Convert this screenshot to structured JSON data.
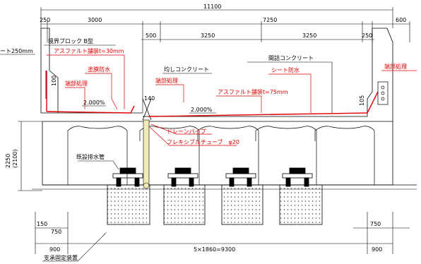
{
  "dimensions": {
    "total_width": "11100",
    "d250_left": "250",
    "d3000": "3000",
    "d7250": "7250",
    "d600": "600",
    "d500": "500",
    "d3250_a": "3250",
    "d3250_b": "3250",
    "d250_right": "250",
    "height_2250": "2250",
    "height_2100": "(2100)",
    "d100": "100",
    "d140": "140",
    "d105": "105",
    "d150": "150",
    "d750_left": "750",
    "d750_right": "750",
    "d900_left": "900",
    "d_span": "5×1860=9300",
    "d900_right": "900"
  },
  "cut_label": "ート250mm",
  "slopes": {
    "left": "2.000%",
    "center": "2.000%"
  },
  "labels": {
    "curb_block": "境界ブロック B型",
    "leveling_concrete": "均しコンクリート",
    "gap_concrete": "間詰コンクリート",
    "existing_drain_pipe": "既設排水管",
    "bearing_fixing": "支承固定装置"
  },
  "red_labels": {
    "asphalt_30": "アスファルト舗装t=30mm",
    "coating_waterproof": "塗膜防水",
    "end_treatment_left": "端部処理",
    "end_treatment_mid": "端部処理",
    "end_treatment_right": "端部処理",
    "sheet_waterproof": "シート防水",
    "asphalt_75": "アスファルト舗装t=75mm",
    "drain_pipe": "ドレーンパイプ",
    "flexible_tube": "フレキシブルチューブ　φ20"
  },
  "colors": {
    "line": "#000000",
    "markup": "#e00000",
    "drain_fill": "#f3ebb5",
    "hatch": "#444444"
  }
}
